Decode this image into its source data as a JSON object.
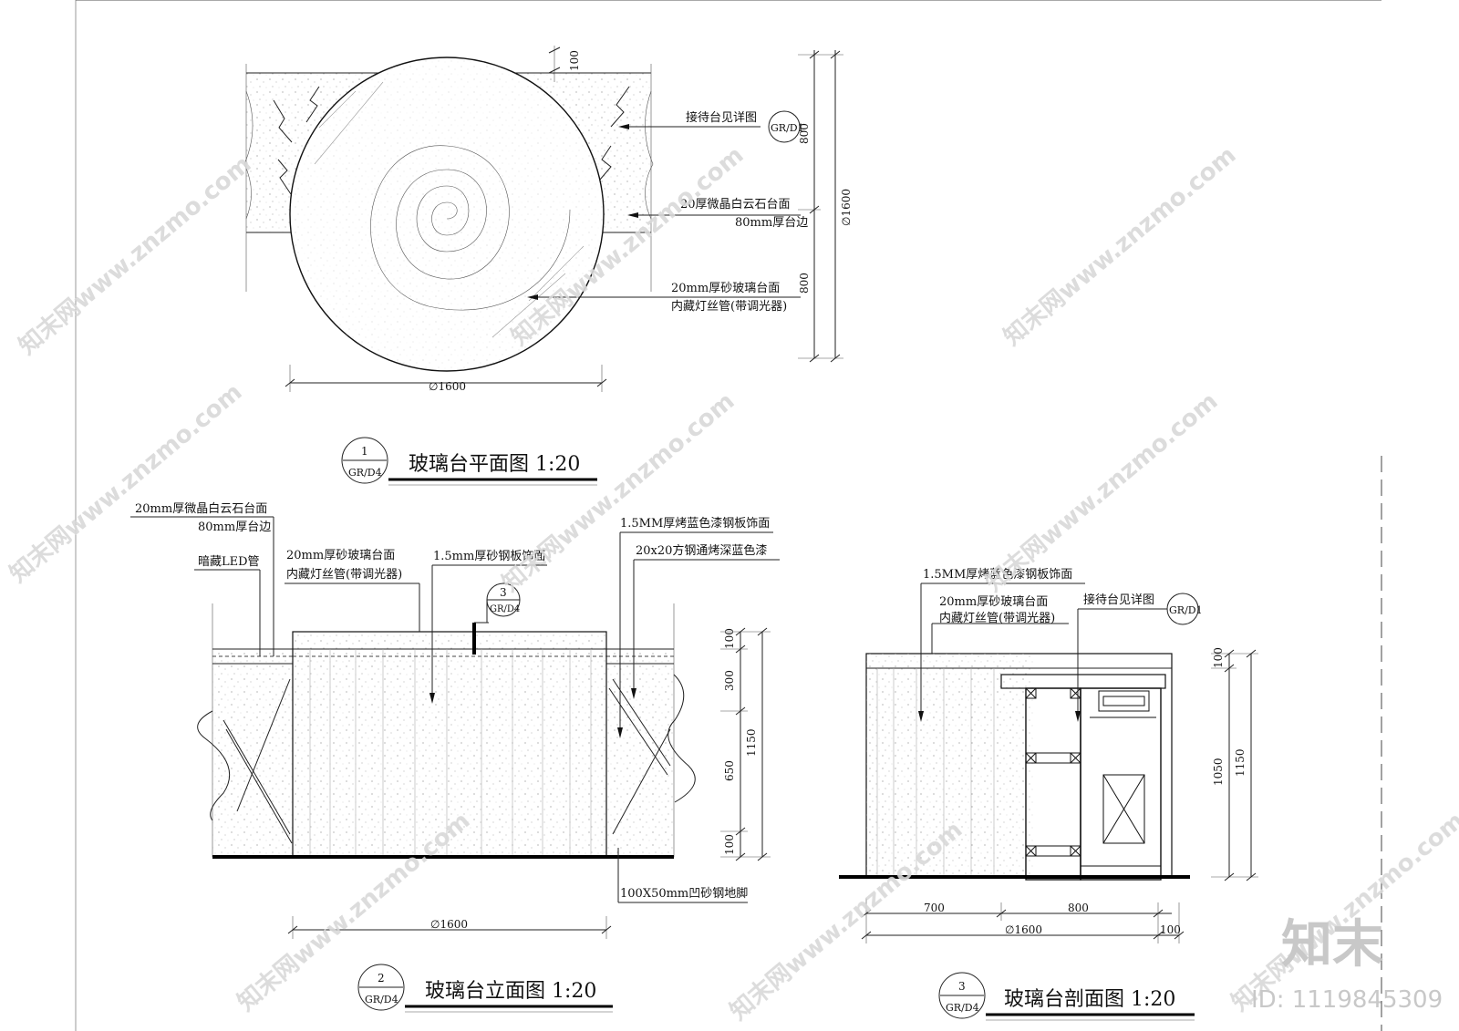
{
  "plan": {
    "title": "玻璃台平面图 1:20",
    "bubble_num": "1",
    "bubble_ref": "GR/D4",
    "note1": "接待台见详图",
    "note1_ref": "GR/D1",
    "note2a": "20厚微晶白云石台面",
    "note2b": "80mm厚台边",
    "note3a": "20mm厚砂玻璃台面",
    "note3b": "内藏灯丝管(带调光器)",
    "dim_top": "100",
    "dim_v1": "800",
    "dim_v2": "800",
    "dim_total": "∅1600",
    "dim_bottom": "∅1600"
  },
  "elev": {
    "title": "玻璃台立面图 1:20",
    "bubble_num": "2",
    "bubble_ref": "GR/D4",
    "sec_num": "3",
    "sec_ref": "GR/D4",
    "n1a": "20mm厚微晶白云石台面",
    "n1b": "80mm厚台边",
    "n2": "暗藏LED管",
    "n3a": "20mm厚砂玻璃台面",
    "n3b": "内藏灯丝管(带调光器)",
    "n4": "1.5mm厚砂钢板饰面",
    "n5": "1.5MM厚烤蓝色漆钢板饰面",
    "n6": "20x20方钢通烤深蓝色漆",
    "n7": "100X50mm凹砂钢地脚",
    "d100a": "100",
    "d300": "300",
    "d650": "650",
    "d100b": "100",
    "d1150": "1150",
    "dim_bottom": "∅1600"
  },
  "sect": {
    "title": "玻璃台剖面图 1:20",
    "bubble_num": "3",
    "bubble_ref": "GR/D4",
    "n1": "1.5MM厚烤蓝色漆钢板饰面",
    "n2a": "20mm厚砂玻璃台面",
    "n2b": "内藏灯丝管(带调光器)",
    "n3": "接待台见详图",
    "n3_ref": "GR/D1",
    "d100": "100",
    "d1050": "1050",
    "d1150": "1150",
    "d700": "700",
    "d800": "800",
    "d1600": "∅1600",
    "d100b": "100"
  },
  "brand": {
    "logo": "知末",
    "id": "ID: 1119845309",
    "watermark": "知末网www.znzmo.com"
  }
}
